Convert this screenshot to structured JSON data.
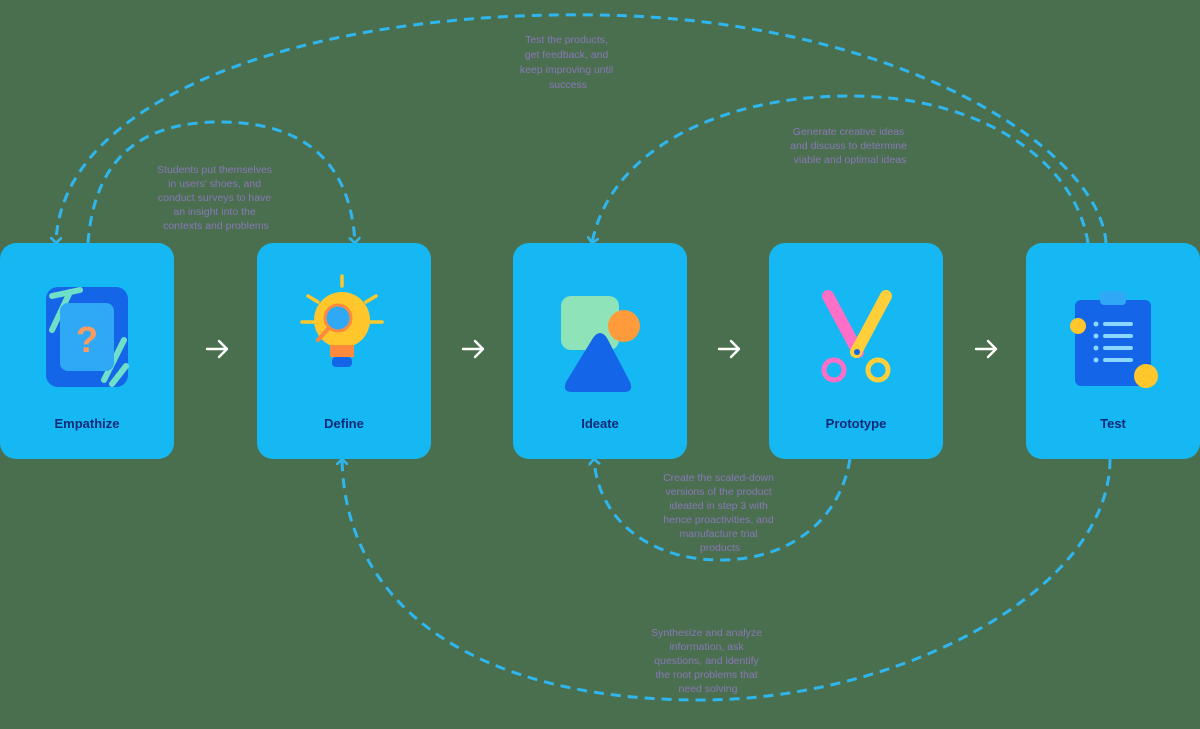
{
  "stages": [
    {
      "id": "empathize",
      "label": "Empathize",
      "icon": "question-card-icon"
    },
    {
      "id": "define",
      "label": "Define",
      "icon": "lightbulb-magnifier-icon"
    },
    {
      "id": "ideate",
      "label": "Ideate",
      "icon": "shapes-icon"
    },
    {
      "id": "prototype",
      "label": "Prototype",
      "icon": "scissors-icon"
    },
    {
      "id": "test",
      "label": "Test",
      "icon": "clipboard-icon"
    }
  ],
  "notes": {
    "test_to_empathize": [
      "Test the products,",
      "get feedback, and",
      "keep improving until",
      "success"
    ],
    "empathize_to_define": [
      "Students put themselves",
      "in users' shoes, and",
      "conduct surveys to have",
      "an insight into the",
      "contexts and problems"
    ],
    "test_to_ideate": [
      "Generate creative ideas",
      "and discuss to determine",
      "viable and optimal ideas"
    ],
    "prototype_to_ideate": [
      "Create the scaled-down",
      "versions of the product",
      "ideated in step 3 with",
      "hence proactivities, and",
      "manufacture trial",
      "products"
    ],
    "test_to_define": [
      "Synthesize and analyze",
      "information, ask",
      "questions, and identify",
      "the root problems that",
      "need solving"
    ]
  },
  "colors": {
    "background": "#4a6f4e",
    "box": "#15b8f2",
    "dashed_line": "#2fb6ef",
    "label": "#0b2a7a",
    "note": "#8a77b8"
  }
}
